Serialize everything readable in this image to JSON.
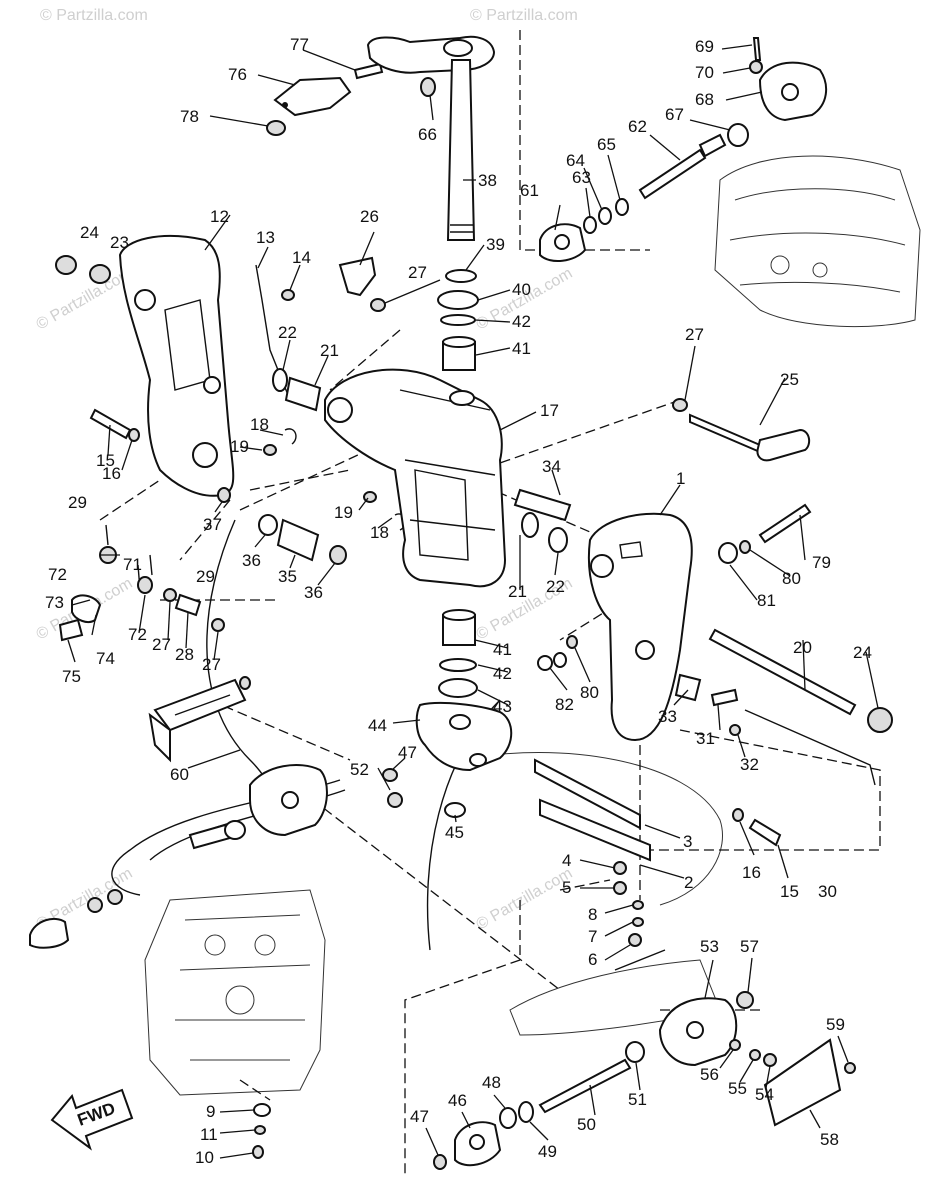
{
  "watermark": "© Partzilla.com",
  "fwd_label": "FWD",
  "callouts": [
    "1",
    "2",
    "3",
    "4",
    "5",
    "6",
    "7",
    "8",
    "9",
    "10",
    "11",
    "12",
    "13",
    "14",
    "15",
    "16",
    "17",
    "18",
    "19",
    "20",
    "21",
    "22",
    "23",
    "24",
    "25",
    "26",
    "27",
    "28",
    "29",
    "30",
    "31",
    "32",
    "33",
    "34",
    "35",
    "36",
    "37",
    "38",
    "39",
    "40",
    "41",
    "42",
    "43",
    "44",
    "45",
    "46",
    "47",
    "48",
    "49",
    "50",
    "51",
    "52",
    "53",
    "54",
    "55",
    "56",
    "57",
    "58",
    "59",
    "60",
    "61",
    "62",
    "63",
    "64",
    "65",
    "66",
    "67",
    "68",
    "69",
    "70",
    "71",
    "72",
    "73",
    "74",
    "75",
    "76",
    "77",
    "78",
    "79",
    "80",
    "81",
    "82"
  ]
}
